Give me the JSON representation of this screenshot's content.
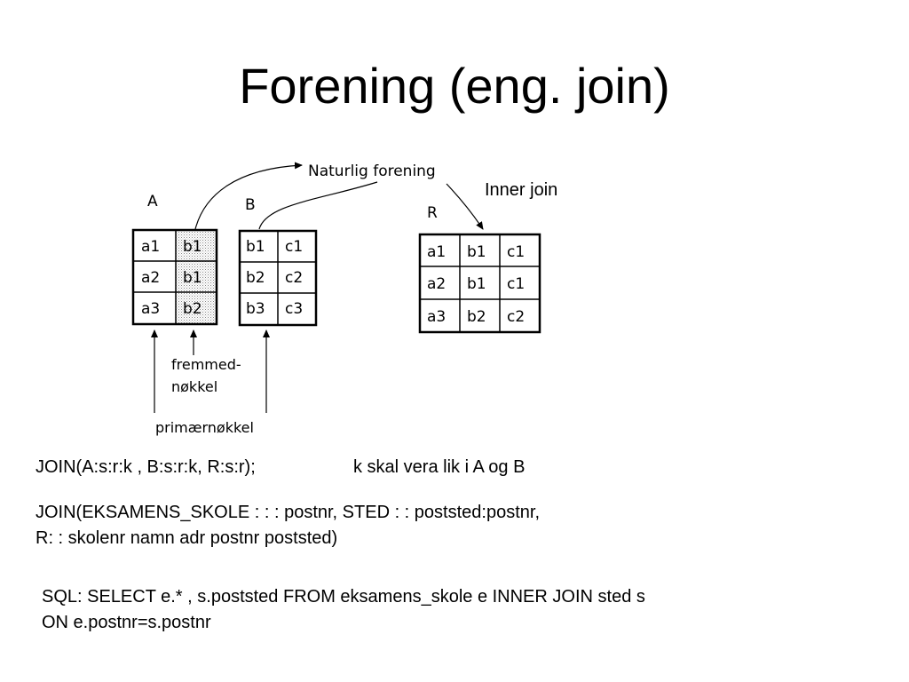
{
  "title": "Forening (eng. join)",
  "diagram": {
    "natural_join_label": "Naturlig forening",
    "inner_join_label": "Inner join",
    "foreign_key_label_line1": "fremmed-",
    "foreign_key_label_line2": "nøkkel",
    "primary_key_label": "primærnøkkel",
    "table_a": {
      "name": "A",
      "rows": [
        [
          "a1",
          "b1"
        ],
        [
          "a2",
          "b1"
        ],
        [
          "a3",
          "b2"
        ]
      ]
    },
    "table_b": {
      "name": "B",
      "rows": [
        [
          "b1",
          "c1"
        ],
        [
          "b2",
          "c2"
        ],
        [
          "b3",
          "c3"
        ]
      ]
    },
    "table_r": {
      "name": "R",
      "rows": [
        [
          "a1",
          "b1",
          "c1"
        ],
        [
          "a2",
          "b1",
          "c1"
        ],
        [
          "a3",
          "b2",
          "c2"
        ]
      ]
    }
  },
  "text": {
    "join_generic": "JOIN(A:s:r:k , B:s:r:k, R:s:r);",
    "join_note": "k skal vera lik i A og B",
    "join_example_line1": "JOIN(EKSAMENS_SKOLE : : : postnr, STED : : poststed:postnr,",
    "join_example_line2": "R: : skolenr namn adr postnr poststed)",
    "sql_line1": "SQL: SELECT e.* , s.poststed FROM eksamens_skole e INNER JOIN sted s",
    "sql_line2": "ON e.postnr=s.postnr"
  }
}
